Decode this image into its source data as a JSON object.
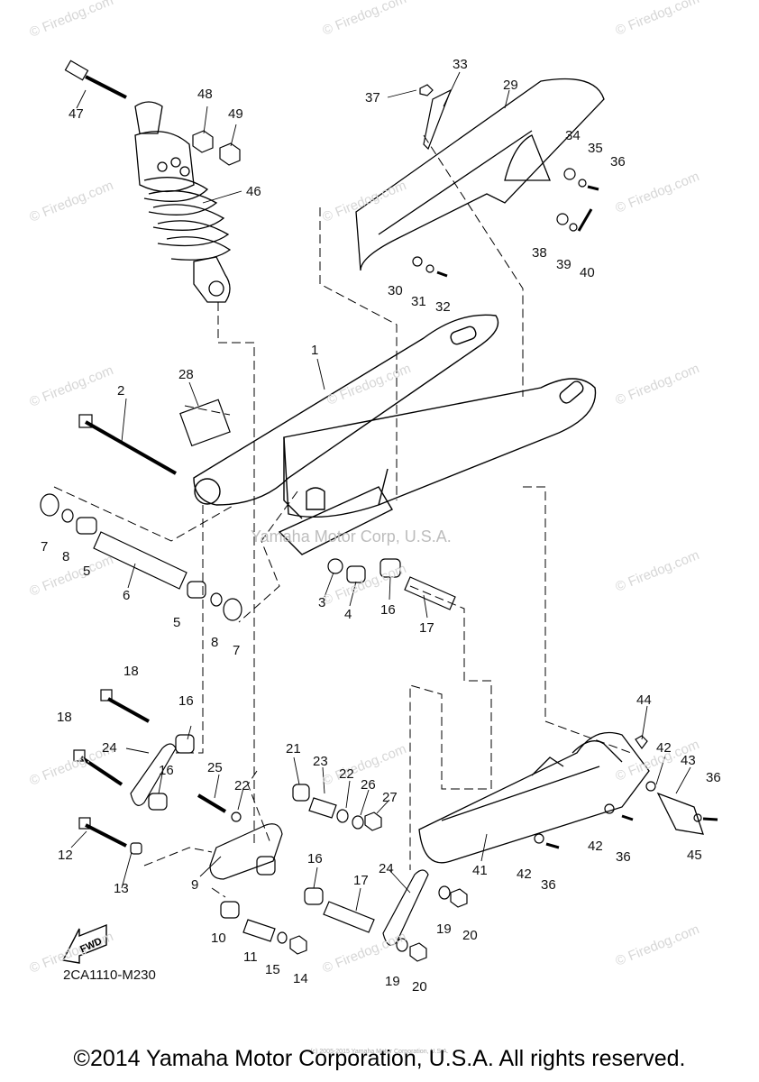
{
  "watermark": "© Firedog.com",
  "center_watermark": "Yamaha Motor Corp, U.S.A.",
  "fwd_label": "FWD",
  "diagram_code": "2CA1110-M230",
  "copyright": "©2014 Yamaha Motor Corporation, U.S.A. All rights reserved.",
  "fine_print": "(c) 2005-2015 Yamaha Motor Corporation, U.S.A.",
  "callouts": [
    "1",
    "2",
    "3",
    "4",
    "5",
    "5",
    "6",
    "7",
    "7",
    "8",
    "8",
    "9",
    "10",
    "11",
    "12",
    "13",
    "14",
    "15",
    "16",
    "16",
    "16",
    "16",
    "16",
    "17",
    "17",
    "18",
    "18",
    "19",
    "19",
    "20",
    "20",
    "21",
    "22",
    "22",
    "23",
    "24",
    "24",
    "25",
    "26",
    "27",
    "28",
    "29",
    "30",
    "31",
    "32",
    "33",
    "34",
    "35",
    "36",
    "36",
    "36",
    "36",
    "37",
    "38",
    "39",
    "40",
    "41",
    "42",
    "42",
    "42",
    "42",
    "43",
    "44",
    "45",
    "46",
    "47",
    "48",
    "49"
  ]
}
